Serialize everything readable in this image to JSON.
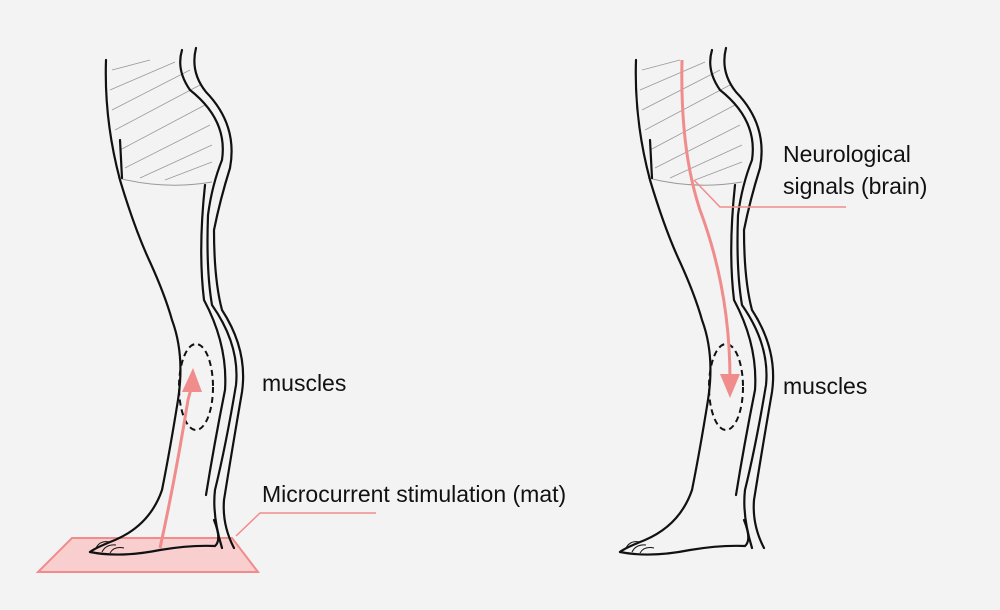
{
  "colors": {
    "background": "#f3f3f3",
    "accent": "#f08c8b",
    "mat_fill": "#f8cfce",
    "line": "#111111"
  },
  "left_panel": {
    "muscles_label": "muscles",
    "mat_label": "Microcurrent stimulation (mat)"
  },
  "right_panel": {
    "signal_label_line1": "Neurological",
    "signal_label_line2": "signals (brain)",
    "muscles_label": "muscles"
  }
}
